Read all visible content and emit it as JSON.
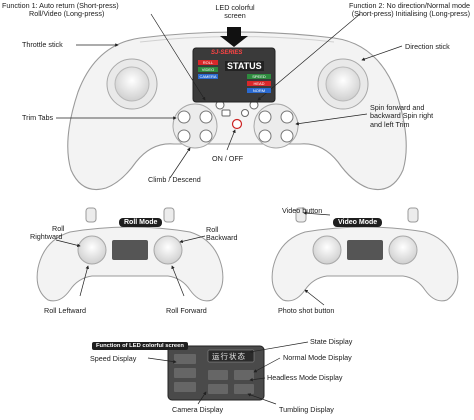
{
  "top": {
    "function1": [
      "Function 1: Auto return (Short-press)",
      "Roll/Video (Long-press)"
    ],
    "led": [
      "LED colorful",
      "screen"
    ],
    "function2": [
      "Function 2: No direction/Normal mode",
      "(Short-press) Initialising (Long-press)"
    ],
    "throttle": "Throttle stick",
    "direction": "Direction stick",
    "trim": "Trim Tabs",
    "spin": [
      "Spin forward and",
      "backward Spin right",
      "and left Trim"
    ],
    "onoff": "ON / OFF",
    "climb": "Climb / Descend",
    "screen_brand": "SJ-SERIES",
    "screen_status": "STATUS",
    "screen_tiles": [
      "ROLL",
      "VIDEO",
      "CAMERA",
      "SPEED",
      "HEAD",
      "NORM"
    ]
  },
  "middle": {
    "roll_mode": "Roll Mode",
    "video_mode": "Video Mode",
    "roll_rightward": [
      "Roll",
      "Rightward"
    ],
    "roll_backward": [
      "Roll",
      "Backward"
    ],
    "roll_leftward": "Roll Leftward",
    "roll_forward": "Roll Forward",
    "video_button": "Video button",
    "photo_button": "Photo shot button"
  },
  "bottom": {
    "function_title": "Function of LED colorful screen",
    "state": "State Display",
    "speed": "Speed Display",
    "normal": "Normal Mode Display",
    "headless": "Headless Mode Display",
    "camera": "Camera Display",
    "tumbling": "Tumbling Display",
    "screen_title": "运行状态"
  },
  "colors": {
    "line": "#222222",
    "controller": "#f4f4f4",
    "outline": "#9a9a9a",
    "screen_bg": "#444444",
    "screen_red": "#d8282a",
    "screen_green": "#2e8b3e"
  }
}
